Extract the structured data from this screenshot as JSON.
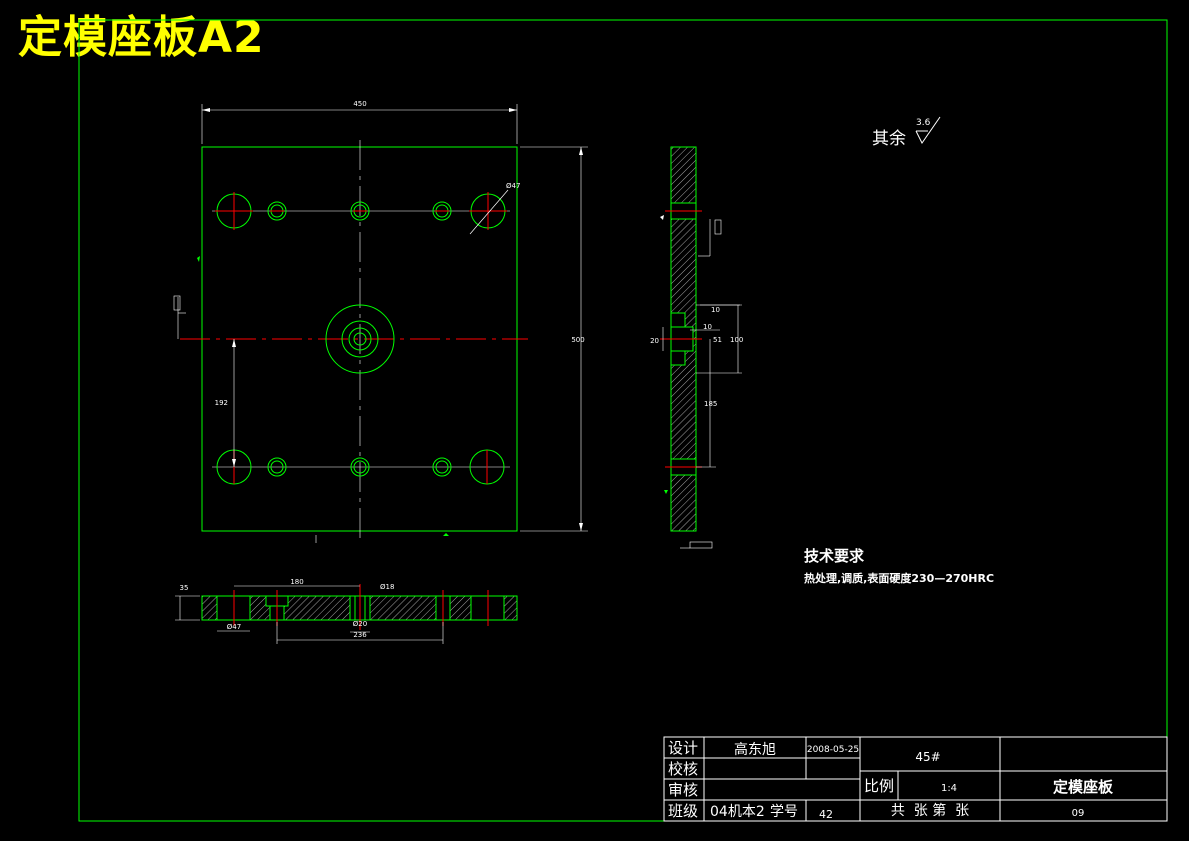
{
  "title": "定模座板A2",
  "colors": {
    "background": "#000000",
    "outline": "#00ff00",
    "center_line": "#ff0000",
    "text": "#ffffff",
    "title": "#ffff00",
    "hatch": "#dddddd"
  },
  "dimensions": {
    "top_width": "450",
    "height": "500",
    "hole_dia": "Ø47",
    "center_dist": "192",
    "side_10a": "10",
    "side_10b": "10",
    "side_20": "20",
    "side_51": "51",
    "side_100": "100",
    "side_185": "185",
    "sec_thickness": "35",
    "sec_180": "180",
    "sec_dia_small": "Ø18",
    "sec_dia_47": "Ø47",
    "sec_dia_20": "Ø20",
    "sec_236": "236"
  },
  "surface_finish": {
    "label": "其余",
    "value": "3.6"
  },
  "tech_req": {
    "heading": "技术要求",
    "line": "热处理,调质,表面硬度230—270HRC"
  },
  "title_block": {
    "design_label": "设计",
    "designer": "高东旭",
    "date": "2008-05-25",
    "check_label": "校核",
    "review_label": "审核",
    "class_label": "班级",
    "class_value": "04机本2",
    "student_no_label": "学号",
    "student_no": "42",
    "material": "45#",
    "scale_label": "比例",
    "scale_value": "1:4",
    "sheet_label": "共  张 第  张",
    "part_name": "定模座板",
    "drawing_no": "09"
  }
}
